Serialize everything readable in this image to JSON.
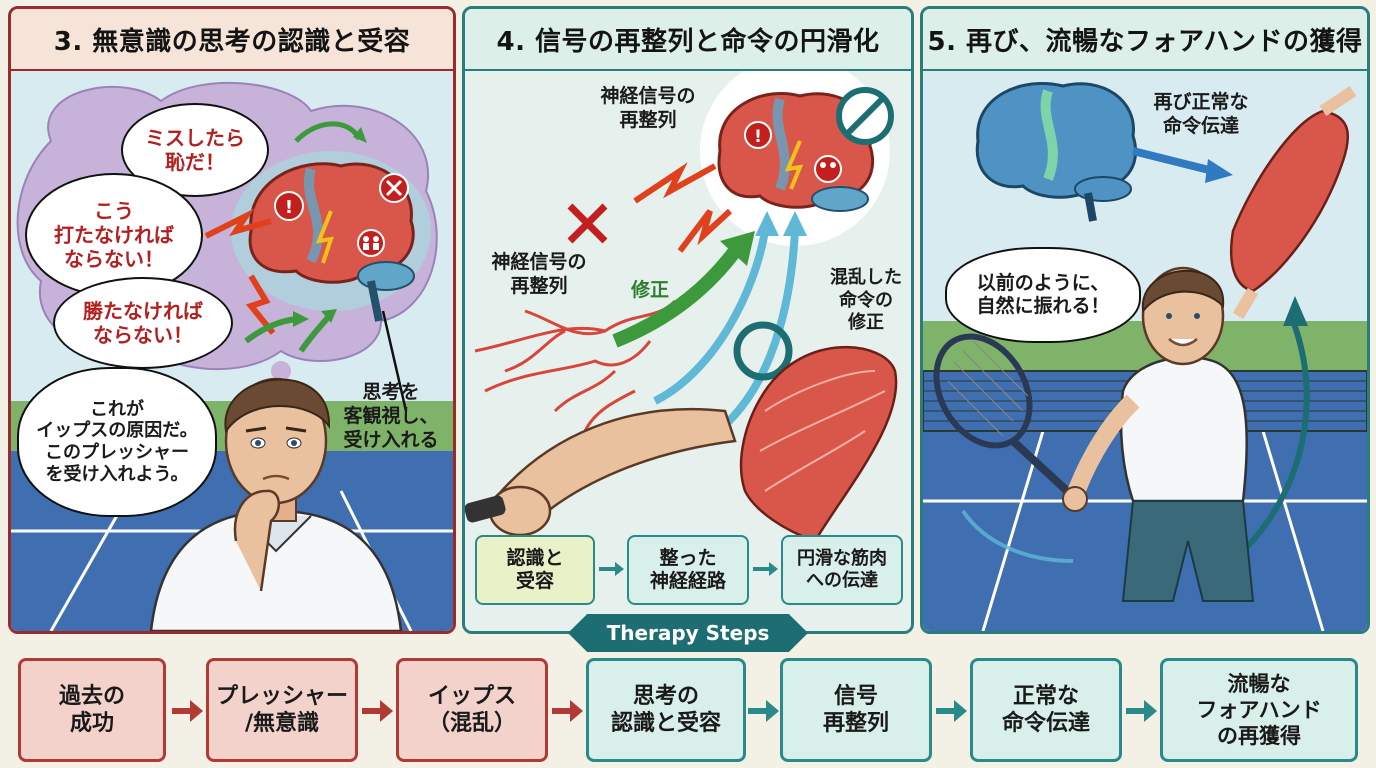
{
  "panel3": {
    "title": "3. 無意識の思考の認識と受容",
    "bubble_miss": "ミスしたら\n恥だ！",
    "bubble_kou": "こう\n打たなければ\nならない！",
    "bubble_katsu": "勝たなければ\nならない！",
    "speech": "これが\nイップスの原因だ。\nこのプレッシャー\nを受け入れよう。",
    "caption": "思考を\n客観視し、\n受け入れる"
  },
  "panel4": {
    "title": "4. 信号の再整列と命令の円滑化",
    "label_top": "神経信号の\n再整列",
    "label_left": "神経信号の\n再整列",
    "label_fix": "修正",
    "label_right": "混乱した\n命令の\n修正",
    "flow": [
      "認識と\n受容",
      "整った\n神経経路",
      "円滑な筋肉\nへの伝達"
    ]
  },
  "panel5": {
    "title": "5. 再び、流暢なフォアハンドの獲得",
    "label_cmd": "再び正常な\n命令伝達",
    "speech": "以前のように、\n自然に振れる！"
  },
  "banner": "Therapy Steps",
  "steps": [
    {
      "label": "過去の\n成功",
      "tone": "red"
    },
    {
      "label": "プレッシャー\n/無意識",
      "tone": "red"
    },
    {
      "label": "イップス\n（混乱）",
      "tone": "red"
    },
    {
      "label": "思考の\n認識と受容",
      "tone": "teal"
    },
    {
      "label": "信号\n再整列",
      "tone": "teal"
    },
    {
      "label": "正常な\n命令伝達",
      "tone": "teal"
    },
    {
      "label": "流暢な\nフォアハンド\nの再獲得",
      "tone": "teal"
    }
  ],
  "colors": {
    "red": "#b03a34",
    "teal": "#2a8a8a",
    "fix_green": "#3c9a3c"
  },
  "icons": [
    "exclamation-icon",
    "lightning-icon",
    "people-icon",
    "close-icon",
    "no-entry-icon",
    "ok-circle-icon"
  ]
}
